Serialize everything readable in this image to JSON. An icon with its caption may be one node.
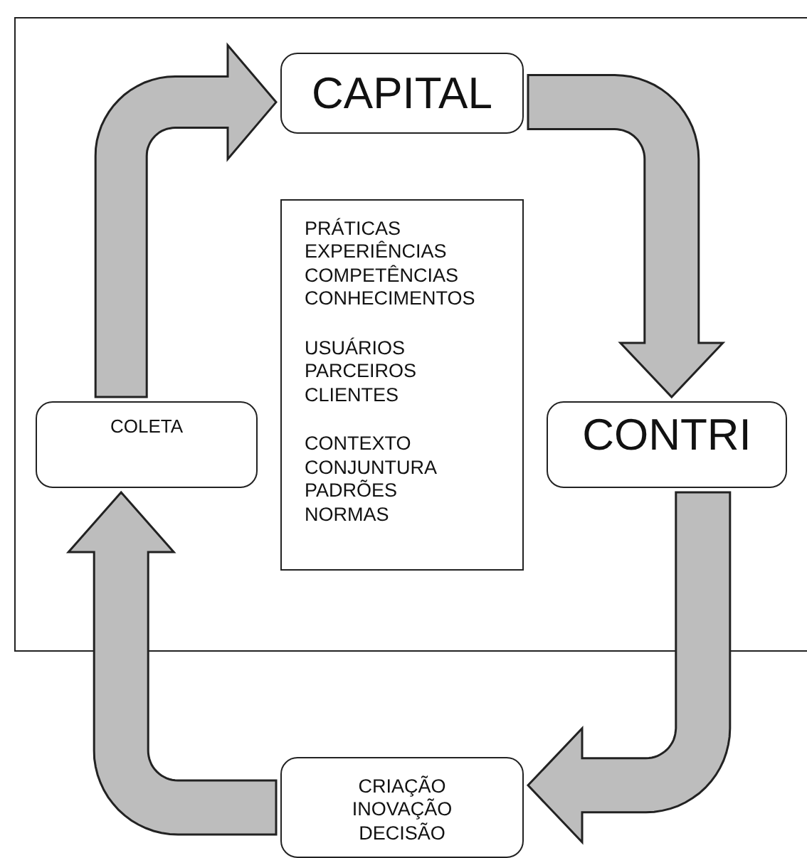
{
  "diagram": {
    "nodes": [
      {
        "text": [
          "CAPITAL"
        ]
      },
      {
        "text": [
          "PRÁTICAS EXPERIÊNCIAS COMPETÊNCIAS CONHECIMENTOS",
          "USUÁRIOS PARCEIROS CLIENTES",
          "CONTEXTO CONJUNTURA PADRÕES NORMAS"
        ]
      },
      {
        "text": [
          "COLETA"
        ]
      },
      {
        "text": [
          "CONTRI"
        ]
      },
      {
        "text": [
          "CRIAÇÃO INOVAÇÃO DECISÃO"
        ]
      }
    ],
    "edges": [
      {
        "from": 2,
        "to": 0,
        "arrow": "to"
      },
      {
        "from": 0,
        "to": 3,
        "arrow": "to"
      },
      {
        "from": 3,
        "to": 4,
        "arrow": "to"
      },
      {
        "from": 4,
        "to": 2,
        "arrow": "to"
      }
    ]
  }
}
